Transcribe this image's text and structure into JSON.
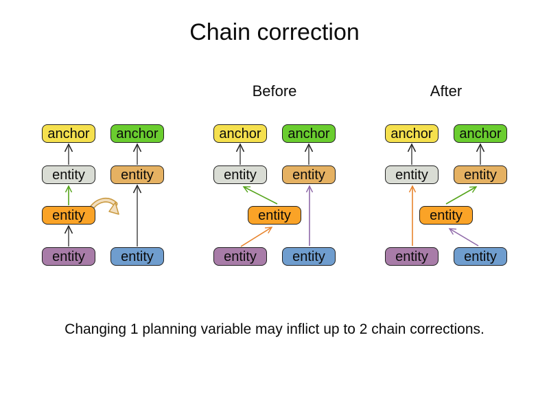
{
  "title": "Chain correction",
  "caption": "Changing 1 planning variable may inflict up to 2 chain corrections.",
  "box_labels": {
    "anchor": "anchor",
    "entity": "entity"
  },
  "colors": {
    "anchor_yellow": "#f5e04e",
    "anchor_green": "#6acd2f",
    "entity_gray": "#d9dcd4",
    "entity_tan": "#e5b162",
    "entity_orange": "#faa327",
    "entity_purple": "#a87ca8",
    "entity_blue": "#6f9dce",
    "box_border": "#202020",
    "arrow_gray": "#757575",
    "arrow_chevron_dark": "#222222",
    "arrow_green": "#55a41a",
    "arrow_orange": "#e8832c",
    "arrow_purple": "#8e68a8",
    "move_arrow_fill": "#f2debe",
    "move_arrow_outline": "#c9993f"
  },
  "groups": [
    {
      "name": "initial",
      "label": "",
      "columns": [
        [
          "anchor-yellow",
          "entity-gray",
          "entity-orange",
          "entity-purple"
        ],
        [
          "anchor-green",
          "entity-tan",
          "entity-blue"
        ]
      ],
      "arrows": [
        {
          "from": "entity-gray",
          "to": "anchor-yellow",
          "color": "gray"
        },
        {
          "from": "entity-orange",
          "to": "entity-gray",
          "color": "green"
        },
        {
          "from": "entity-purple",
          "to": "entity-orange",
          "color": "gray"
        },
        {
          "from": "entity-tan",
          "to": "anchor-green",
          "color": "gray"
        },
        {
          "from": "entity-blue",
          "to": "entity-tan",
          "color": "gray"
        },
        {
          "type": "move",
          "from": "entity-orange",
          "to": "right-chain",
          "style": "curved tan block arrow"
        }
      ]
    },
    {
      "name": "before",
      "label": "Before",
      "columns": [
        [
          "anchor-yellow",
          "entity-gray",
          "entity-purple"
        ],
        [
          "anchor-green",
          "entity-tan",
          "entity-blue"
        ],
        [
          "entity-orange (middle)"
        ]
      ],
      "arrows": [
        {
          "from": "entity-gray",
          "to": "anchor-yellow",
          "color": "gray"
        },
        {
          "from": "entity-tan",
          "to": "anchor-green",
          "color": "gray"
        },
        {
          "from": "entity-orange",
          "to": "entity-gray",
          "color": "green"
        },
        {
          "from": "entity-purple",
          "to": "entity-orange",
          "color": "orange"
        },
        {
          "from": "entity-blue",
          "to": "entity-tan",
          "color": "purple"
        }
      ]
    },
    {
      "name": "after",
      "label": "After",
      "columns": [
        [
          "anchor-yellow",
          "entity-gray",
          "entity-purple"
        ],
        [
          "anchor-green",
          "entity-tan",
          "entity-blue"
        ],
        [
          "entity-orange (middle)"
        ]
      ],
      "arrows": [
        {
          "from": "entity-gray",
          "to": "anchor-yellow",
          "color": "gray"
        },
        {
          "from": "entity-tan",
          "to": "anchor-green",
          "color": "gray"
        },
        {
          "from": "entity-purple",
          "to": "entity-gray",
          "color": "orange"
        },
        {
          "from": "entity-orange",
          "to": "entity-tan",
          "color": "green"
        },
        {
          "from": "entity-blue",
          "to": "entity-orange",
          "color": "purple"
        }
      ]
    }
  ]
}
